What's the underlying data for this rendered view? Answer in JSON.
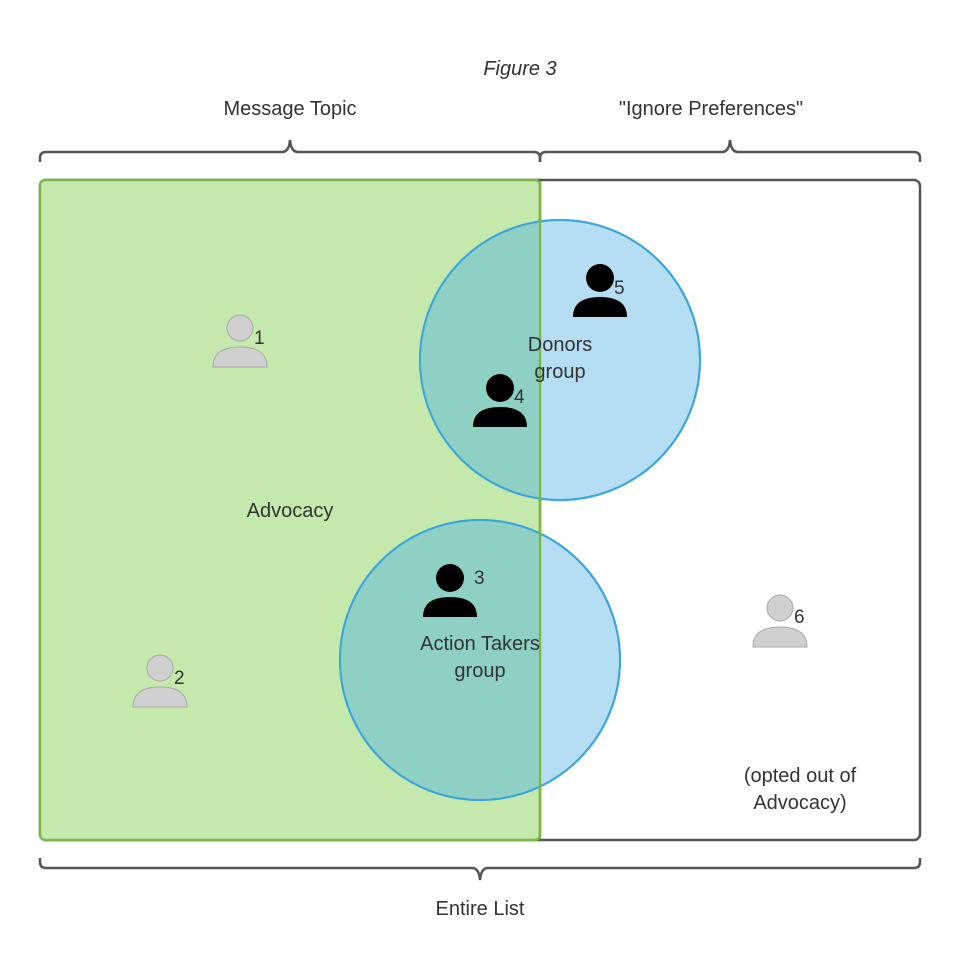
{
  "figure_title": "Figure 3",
  "top_labels": {
    "message_topic": "Message Topic",
    "ignore_preferences": "\"Ignore Preferences\""
  },
  "bottom_label": "Entire List",
  "regions": {
    "advocacy": {
      "label": "Advocacy",
      "color": "#c5e8ad",
      "border_color": "#7ab648"
    },
    "opted_out": {
      "label_line1": "(opted out of",
      "label_line2": "Advocacy)"
    },
    "donors_group": {
      "label_line1": "Donors",
      "label_line2": "group",
      "color": "#a8d8f2",
      "border_color": "#3aa6dc"
    },
    "action_takers_group": {
      "label_line1": "Action Takers",
      "label_line2": "group",
      "color": "#a8d8f2",
      "border_color": "#3aa6dc"
    }
  },
  "people": [
    {
      "number": "1",
      "style": "gray-person-icon"
    },
    {
      "number": "2",
      "style": "gray-person-icon"
    },
    {
      "number": "3",
      "style": "black-person-icon"
    },
    {
      "number": "4",
      "style": "black-person-icon"
    },
    {
      "number": "5",
      "style": "black-person-icon"
    },
    {
      "number": "6",
      "style": "gray-person-icon"
    }
  ],
  "colors": {
    "gray_person": "#d0d0d0",
    "gray_person_stroke": "#a8a8a8",
    "black_person": "#000000",
    "outline": "#555555"
  }
}
